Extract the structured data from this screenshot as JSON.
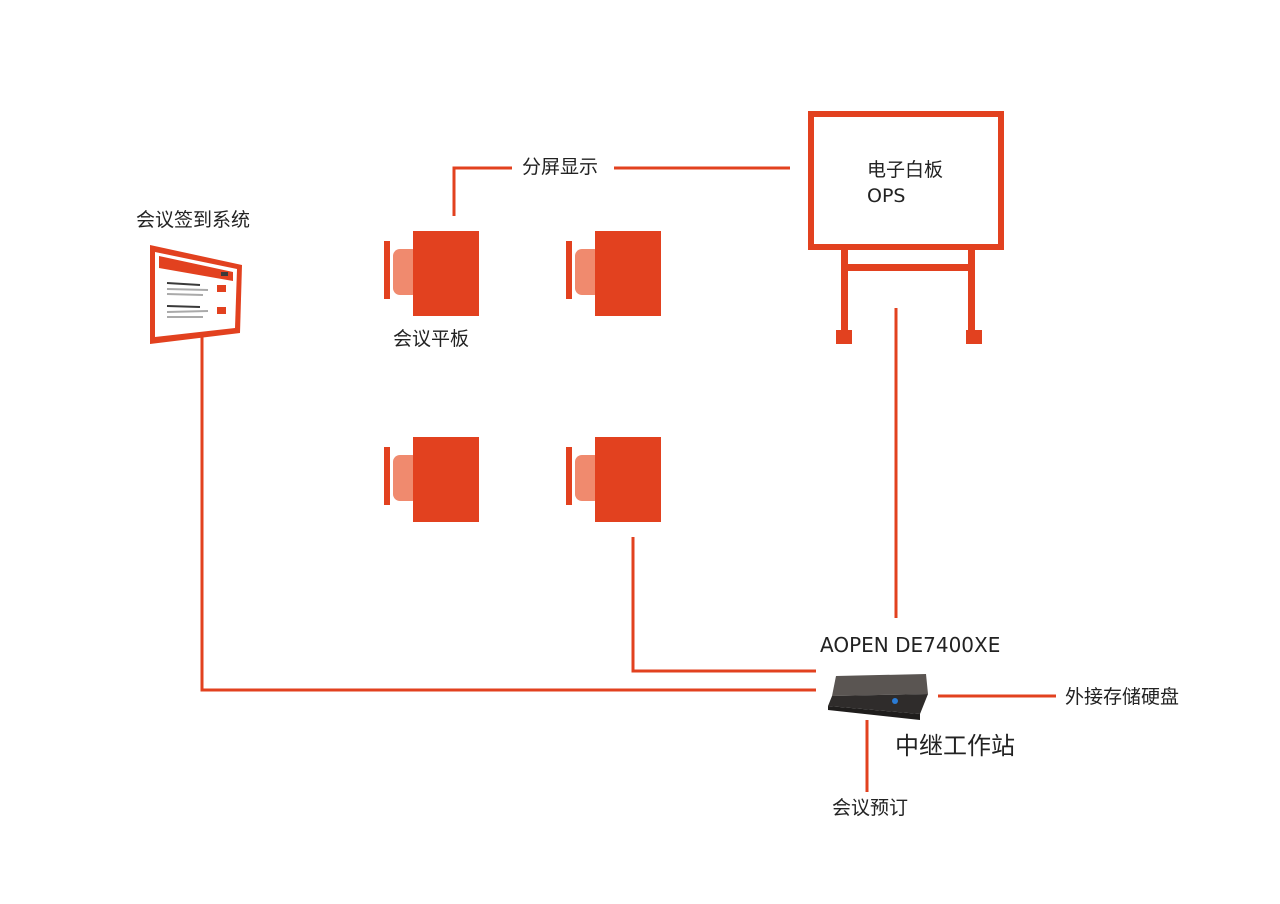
{
  "colors": {
    "accent": "#e2411f",
    "accent_light": "#f08a6e",
    "line": "#e2411f",
    "device_dark": "#3a3a3a",
    "led": "#2a7bd4"
  },
  "labels": {
    "checkin_system": "会议签到系统",
    "split_screen": "分屏显示",
    "whiteboard_line1": "电子白板",
    "whiteboard_line2": "OPS",
    "meeting_tablet": "会议平板",
    "device_model": "AOPEN DE7400XE",
    "relay_station": "中继工作站",
    "external_storage": "外接存储硬盘",
    "meeting_booking": "会议预订"
  },
  "icons": {
    "checkin": "checkin-screen-icon",
    "tablet": "meeting-tablet-icon",
    "whiteboard": "electronic-whiteboard-icon",
    "device": "mini-pc-icon"
  }
}
